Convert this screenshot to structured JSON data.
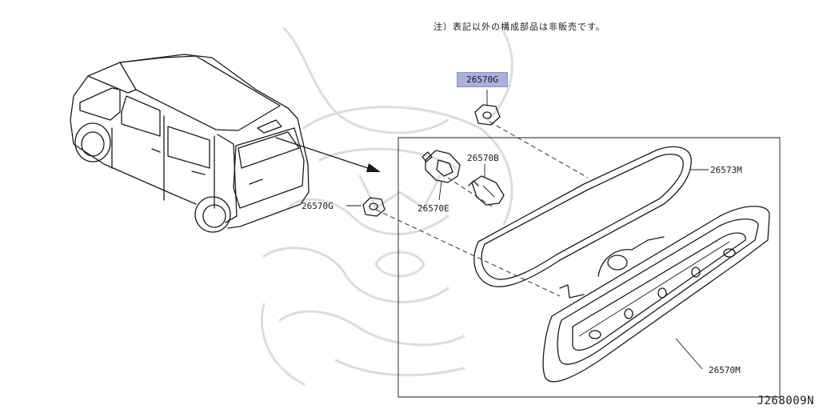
{
  "note": "注）表記以外の構成部品は非販売です。",
  "diagram_id": "J268009N",
  "highlight_color": "#a9b0dc",
  "parts": {
    "grommet_top": "26570G",
    "grommet_left": "26570G",
    "bulb": "26570B",
    "socket": "26570E",
    "gasket": "26573M",
    "lamp_assembly": "26570M"
  },
  "icons": [
    "car-icon",
    "lamp-housing-icon",
    "gasket-icon",
    "socket-icon",
    "bulb-icon",
    "grommet-icon",
    "watermark-emblem"
  ]
}
